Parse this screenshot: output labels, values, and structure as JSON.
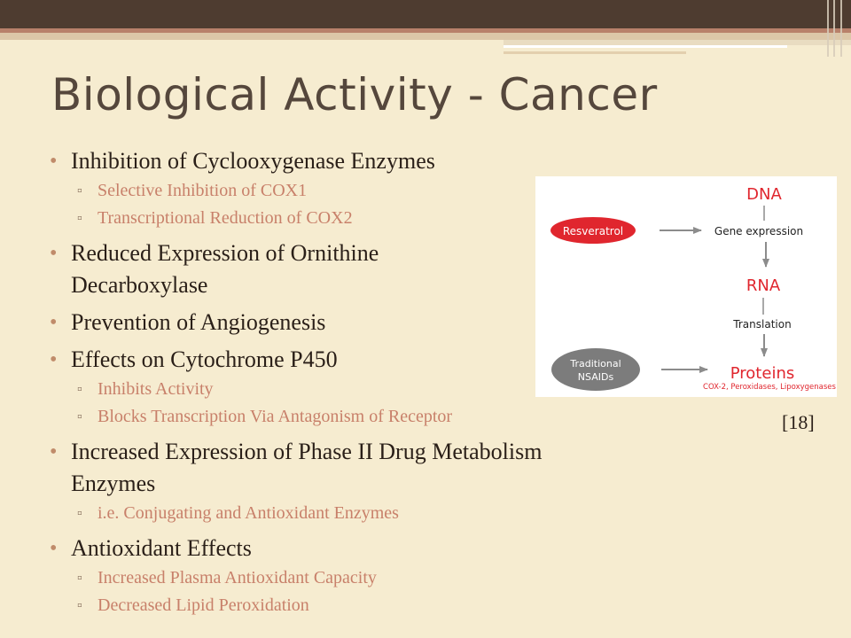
{
  "slide": {
    "title": "Biological Activity - Cancer",
    "citation": "[18]"
  },
  "bullets": [
    {
      "text": "Inhibition of Cyclooxygenase Enzymes",
      "sub": [
        "Selective Inhibition of COX1",
        "Transcriptional Reduction of COX2"
      ]
    },
    {
      "text": "Reduced Expression of Ornithine Decarboxylase",
      "sub": []
    },
    {
      "text": "Prevention of Angiogenesis",
      "sub": []
    },
    {
      "text": "Effects on Cytochrome P450",
      "sub": [
        "Inhibits Activity",
        "Blocks Transcription Via Antagonism of Receptor"
      ]
    },
    {
      "text": "Increased Expression of Phase II Drug Metabolism Enzymes",
      "sub": [
        "i.e. Conjugating and Antioxidant Enzymes"
      ]
    },
    {
      "text": "Antioxidant Effects",
      "sub": [
        "Increased Plasma Antioxidant Capacity",
        "Decreased Lipid Peroxidation"
      ]
    }
  ],
  "diagram": {
    "dna": "DNA",
    "gene_expression": "Gene expression",
    "rna": "RNA",
    "translation": "Translation",
    "proteins": "Proteins",
    "proteins_detail": "COX-2, Peroxidases, Lipoxygenases",
    "resveratrol": "Resveratrol",
    "nsaids_line1": "Traditional",
    "nsaids_line2": "NSAIDs"
  },
  "colors": {
    "background": "#f6ecd0",
    "title": "#55473c",
    "bullet_text": "#2a1f18",
    "sub_bullet_text": "#c8806a",
    "diagram_red": "#e0262e",
    "diagram_gray": "#8c8c8c"
  }
}
